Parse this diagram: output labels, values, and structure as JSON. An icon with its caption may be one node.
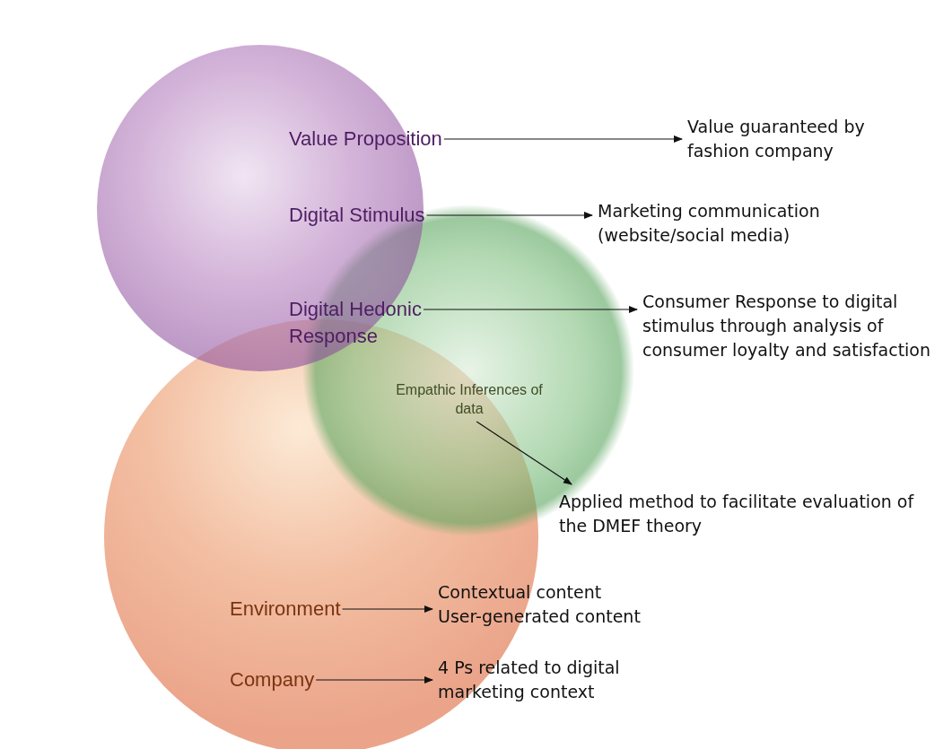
{
  "diagram": {
    "nodes": [
      {
        "text": [
          "Value Proposition"
        ]
      },
      {
        "text": [
          "Value guaranteed by fashion company"
        ]
      },
      {
        "text": [
          "Digital Stimulus"
        ]
      },
      {
        "text": [
          "Marketing communication (website/social media)"
        ]
      },
      {
        "text": [
          "Digital Hedonic Response"
        ]
      },
      {
        "text": [
          "Consumer Response to digital stimulus through analysis of consumer loyalty and satisfaction"
        ]
      },
      {
        "text": [
          "Empathic Inferences of data"
        ]
      },
      {
        "text": [
          "Applied method to facilitate evaluation of the DMEF theory"
        ]
      },
      {
        "text": [
          "Environment"
        ]
      },
      {
        "text": [
          "Contextual content",
          "User-generated content"
        ]
      },
      {
        "text": [
          "Company"
        ]
      },
      {
        "text": [
          "4 Ps related to digital marketing context"
        ]
      }
    ],
    "edges": [
      {
        "from": 0,
        "to": 1,
        "arrow": "to"
      },
      {
        "from": 2,
        "to": 3,
        "arrow": "to"
      },
      {
        "from": 4,
        "to": 5,
        "arrow": "to"
      },
      {
        "from": 6,
        "to": 7,
        "arrow": "to"
      },
      {
        "from": 8,
        "to": 9,
        "arrow": "to"
      },
      {
        "from": 10,
        "to": 11,
        "arrow": "to"
      }
    ]
  }
}
